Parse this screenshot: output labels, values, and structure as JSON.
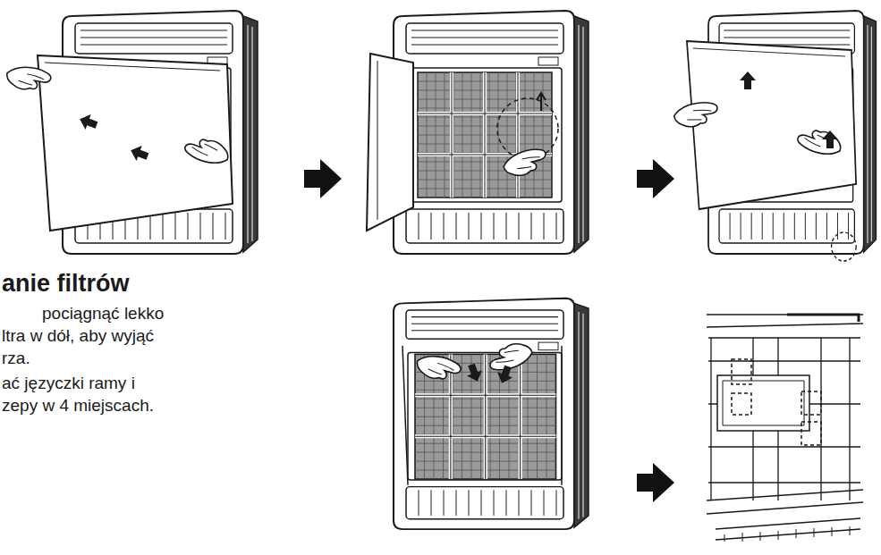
{
  "diagram": {
    "title": "anie filtrów",
    "labels": [
      "pociągnąć lekko",
      "ltra w dół, aby wyjąć",
      "rza.",
      "ać języczki ramy i",
      "zepy w 4 miejscach."
    ]
  }
}
